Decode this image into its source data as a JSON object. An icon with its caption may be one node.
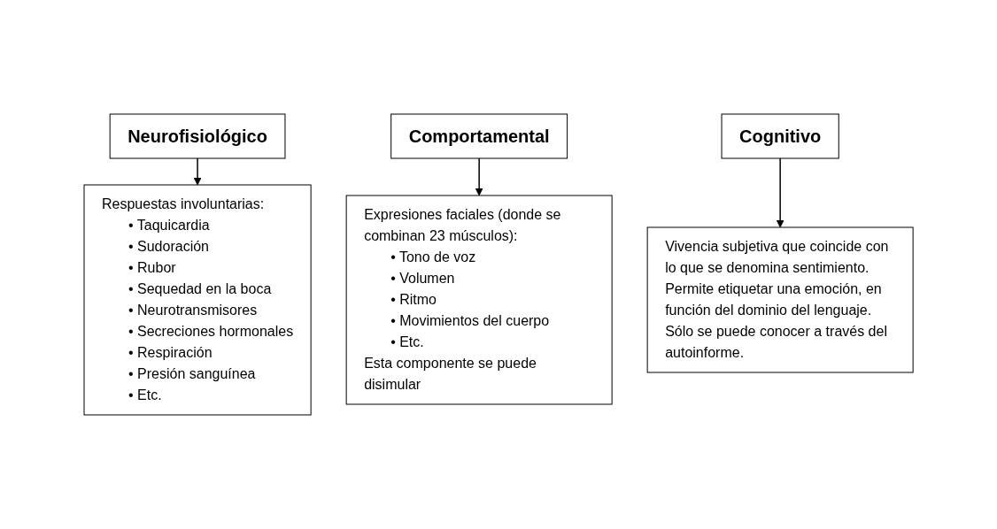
{
  "diagram": {
    "nodes": [
      {
        "text": [
          "Neurofisiológico"
        ]
      },
      {
        "text": [
          "Comportamental"
        ]
      },
      {
        "text": [
          "Cognitivo"
        ]
      },
      {
        "text": [
          "Respuestas involuntarias:",
          "• Taquicardia",
          "• Sudoración",
          "• Rubor",
          "• Sequedad en la boca",
          "• Neurotransmisores",
          "• Secreciones hormonales",
          "• Respiración",
          "• Presión sanguínea",
          "• Etc."
        ]
      },
      {
        "text": [
          "Expresiones faciales (donde se combinan 23 músculos):",
          "• Tono de voz",
          "• Volumen",
          "• Ritmo",
          "• Movimientos del cuerpo",
          "• Etc.",
          "Esta componente se puede disimular"
        ]
      },
      {
        "text": [
          "Vivencia subjetiva que coincide con lo que se denomina sentimiento.",
          "Permite etiquetar una emoción, en función del dominio del lenguaje.",
          "Sólo se puede conocer a través del autoinforme."
        ]
      }
    ],
    "edges": [
      {
        "from": 0,
        "to": 3,
        "arrow": "to"
      },
      {
        "from": 1,
        "to": 4,
        "arrow": "to"
      },
      {
        "from": 2,
        "to": 5,
        "arrow": "to"
      }
    ]
  }
}
